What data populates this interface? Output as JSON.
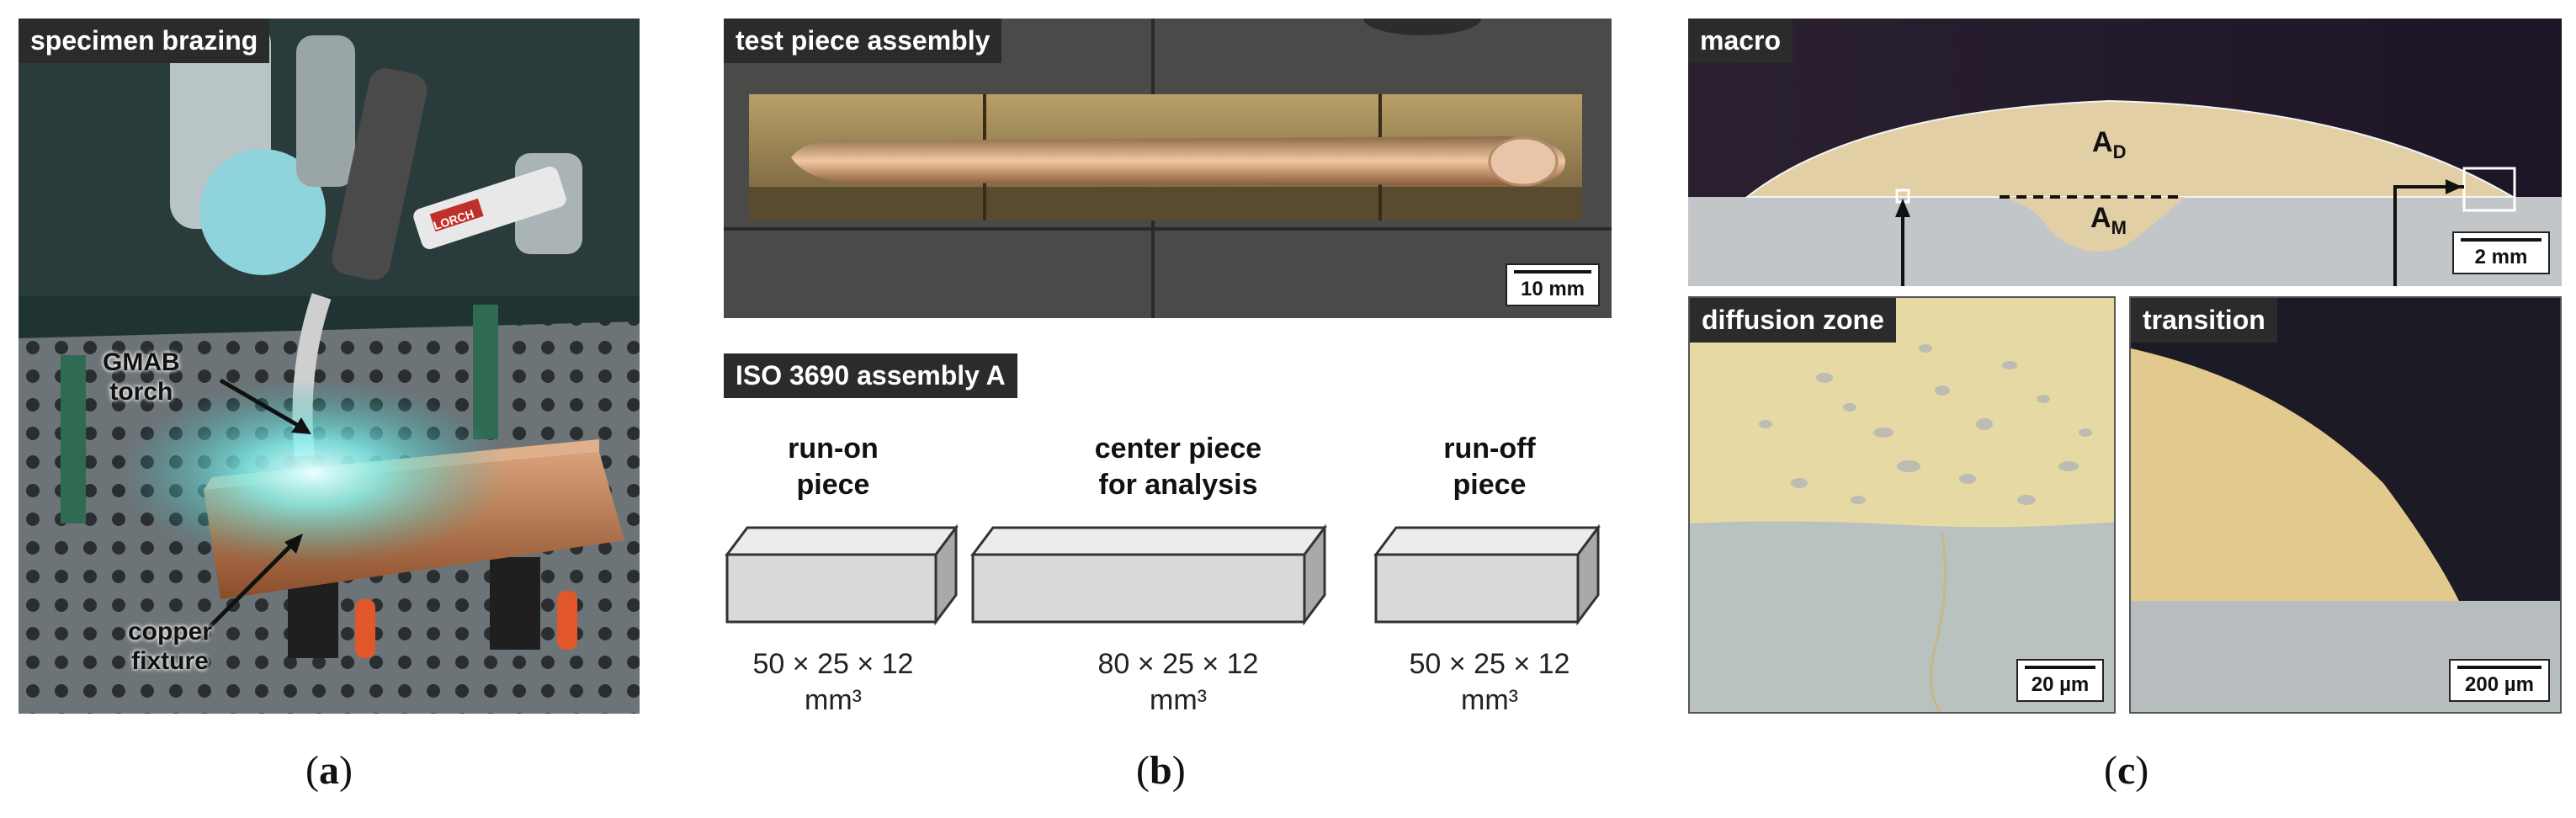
{
  "panel_a": {
    "label": "specimen brazing",
    "torch_callout": [
      "GMAB",
      "torch"
    ],
    "fixture_callout": [
      "copper",
      "fixture"
    ],
    "brand_text": "LORCH",
    "caption_open": "(",
    "caption_letter": "a",
    "caption_close": ")"
  },
  "panel_b": {
    "photo_label": "test piece assembly",
    "scale_bar": "10 mm",
    "assembly_label": "ISO 3690 assembly A",
    "pieces": [
      {
        "title": [
          "run-on",
          "piece"
        ],
        "dims": "50 × 25 × 12",
        "unit": "mm³"
      },
      {
        "title": [
          "center piece",
          "for analysis"
        ],
        "dims": "80 × 25 × 12",
        "unit": "mm³"
      },
      {
        "title": [
          "run-off",
          "piece"
        ],
        "dims": "50 × 25 × 12",
        "unit": "mm³"
      }
    ],
    "caption_open": "(",
    "caption_letter": "b",
    "caption_close": ")"
  },
  "panel_c": {
    "macro_label": "macro",
    "area_d": "A",
    "area_d_sub": "D",
    "area_m": "A",
    "area_m_sub": "M",
    "macro_scale": "2 mm",
    "diffusion_label": "diffusion zone",
    "diffusion_scale": "20 µm",
    "transition_label": "transition",
    "transition_scale": "200 µm",
    "caption_open": "(",
    "caption_letter": "c",
    "caption_close": ")"
  },
  "colors": {
    "label_bg": "#2b2b2b",
    "copper": "#b06a3a",
    "braze": "#e2cfa6",
    "steel": "#c2c6c8",
    "box_face": "#d9d9d9",
    "box_top": "#ececec",
    "box_side": "#a9a9a9"
  }
}
